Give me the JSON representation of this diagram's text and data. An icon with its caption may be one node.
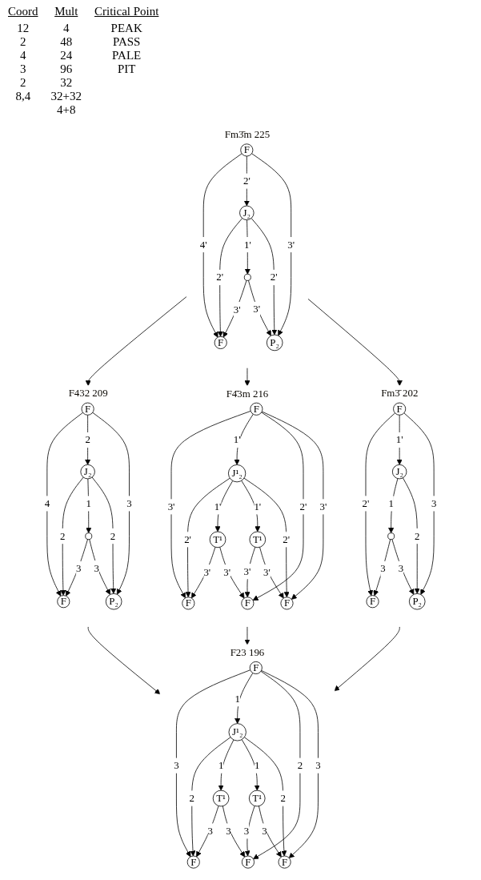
{
  "diagram": {
    "nodes": [
      {
        "text": [
          "Fm3̄m 225"
        ]
      },
      {
        "text": [
          "F"
        ],
        "in": 0
      },
      {
        "text": [
          "J₂"
        ],
        "in": 0
      },
      {
        "text": [],
        "shape": "circle",
        "in": 0
      },
      {
        "text": [
          "F"
        ],
        "in": 0
      },
      {
        "text": [
          "P₂"
        ],
        "in": 0
      },
      {
        "text": [
          "F432 209"
        ]
      },
      {
        "text": [
          "F"
        ],
        "in": 6
      },
      {
        "text": [
          "J₂"
        ],
        "in": 6
      },
      {
        "text": [],
        "shape": "circle",
        "in": 6
      },
      {
        "text": [
          "F"
        ],
        "in": 6
      },
      {
        "text": [
          "P₂"
        ],
        "in": 6
      },
      {
        "text": [
          "F4̄3m 216"
        ]
      },
      {
        "text": [
          "F"
        ],
        "in": 12
      },
      {
        "text": [
          "J¹₂"
        ],
        "in": 12
      },
      {
        "text": [
          "T¹"
        ],
        "in": 12
      },
      {
        "text": [
          "T¹"
        ],
        "in": 12
      },
      {
        "text": [
          "F"
        ],
        "in": 12
      },
      {
        "text": [
          "F"
        ],
        "in": 12
      },
      {
        "text": [
          "F"
        ],
        "in": 12
      },
      {
        "text": [
          "Fm3̄ 202"
        ]
      },
      {
        "text": [
          "F"
        ],
        "in": 20
      },
      {
        "text": [
          "J₂"
        ],
        "in": 20
      },
      {
        "text": [],
        "shape": "circle",
        "in": 20
      },
      {
        "text": [
          "F"
        ],
        "in": 20
      },
      {
        "text": [
          "P₂"
        ],
        "in": 20
      },
      {
        "text": [
          "F23 196"
        ]
      },
      {
        "text": [
          "F"
        ],
        "in": 26
      },
      {
        "text": [
          "J¹₂"
        ],
        "in": 26
      },
      {
        "text": [
          "T¹"
        ],
        "in": 26
      },
      {
        "text": [
          "T¹"
        ],
        "in": 26
      },
      {
        "text": [
          "F"
        ],
        "in": 26
      },
      {
        "text": [
          "F"
        ],
        "in": 26
      },
      {
        "text": [
          "F"
        ],
        "in": 26
      }
    ],
    "edges": [
      {
        "from": 1,
        "to": 4,
        "label": "4'",
        "arrow": "to"
      },
      {
        "from": 1,
        "to": 2,
        "label": "2'",
        "arrow": "to"
      },
      {
        "from": 1,
        "to": 5,
        "label": "3'",
        "arrow": "to"
      },
      {
        "from": 2,
        "to": 4,
        "label": "2'",
        "arrow": "to"
      },
      {
        "from": 2,
        "to": 3,
        "label": "1'",
        "arrow": "to"
      },
      {
        "from": 2,
        "to": 5,
        "label": "2'",
        "arrow": "to"
      },
      {
        "from": 3,
        "to": 4,
        "label": "3'",
        "arrow": "to"
      },
      {
        "from": 3,
        "to": 5,
        "label": "3'",
        "arrow": "to"
      },
      {
        "from": 0,
        "to": 6,
        "arrow": "to"
      },
      {
        "from": 0,
        "to": 12,
        "arrow": "to"
      },
      {
        "from": 0,
        "to": 20,
        "arrow": "to"
      },
      {
        "from": 7,
        "to": 10,
        "label": "4",
        "arrow": "to"
      },
      {
        "from": 7,
        "to": 8,
        "label": "2",
        "arrow": "to"
      },
      {
        "from": 7,
        "to": 11,
        "label": "3",
        "arrow": "to"
      },
      {
        "from": 8,
        "to": 10,
        "label": "2",
        "arrow": "to"
      },
      {
        "from": 8,
        "to": 9,
        "label": "1",
        "arrow": "to"
      },
      {
        "from": 8,
        "to": 11,
        "label": "2",
        "arrow": "to"
      },
      {
        "from": 9,
        "to": 10,
        "label": "3",
        "arrow": "to"
      },
      {
        "from": 9,
        "to": 11,
        "label": "3",
        "arrow": "to"
      },
      {
        "from": 13,
        "to": 17,
        "label": "3'",
        "arrow": "to"
      },
      {
        "from": 13,
        "to": 14,
        "label": "1'",
        "arrow": "to"
      },
      {
        "from": 13,
        "to": 18,
        "label": "2'",
        "arrow": "to"
      },
      {
        "from": 13,
        "to": 19,
        "label": "3'",
        "arrow": "to"
      },
      {
        "from": 14,
        "to": 17,
        "label": "2'",
        "arrow": "to"
      },
      {
        "from": 14,
        "to": 15,
        "label": "1'",
        "arrow": "to"
      },
      {
        "from": 14,
        "to": 16,
        "label": "1'",
        "arrow": "to"
      },
      {
        "from": 14,
        "to": 19,
        "label": "2'",
        "arrow": "to"
      },
      {
        "from": 15,
        "to": 17,
        "label": "3'",
        "arrow": "to"
      },
      {
        "from": 15,
        "to": 18,
        "label": "3'",
        "arrow": "to"
      },
      {
        "from": 16,
        "to": 18,
        "label": "3'",
        "arrow": "to"
      },
      {
        "from": 16,
        "to": 19,
        "label": "3'",
        "arrow": "to"
      },
      {
        "from": 21,
        "to": 24,
        "label": "2'",
        "arrow": "to"
      },
      {
        "from": 21,
        "to": 22,
        "label": "1'",
        "arrow": "to"
      },
      {
        "from": 21,
        "to": 25,
        "label": "3",
        "arrow": "to"
      },
      {
        "from": 22,
        "to": 23,
        "label": "1",
        "arrow": "to"
      },
      {
        "from": 22,
        "to": 25,
        "label": "2",
        "arrow": "to"
      },
      {
        "from": 23,
        "to": 24,
        "label": "3",
        "arrow": "to"
      },
      {
        "from": 23,
        "to": 25,
        "label": "3",
        "arrow": "to"
      },
      {
        "from": 6,
        "to": 26,
        "arrow": "to"
      },
      {
        "from": 12,
        "to": 26,
        "arrow": "to"
      },
      {
        "from": 20,
        "to": 26,
        "arrow": "to"
      },
      {
        "from": 27,
        "to": 31,
        "label": "3",
        "arrow": "to"
      },
      {
        "from": 27,
        "to": 28,
        "label": "1",
        "arrow": "to"
      },
      {
        "from": 27,
        "to": 32,
        "label": "2",
        "arrow": "to"
      },
      {
        "from": 27,
        "to": 33,
        "label": "3",
        "arrow": "to"
      },
      {
        "from": 28,
        "to": 31,
        "label": "2",
        "arrow": "to"
      },
      {
        "from": 28,
        "to": 29,
        "label": "1",
        "arrow": "to"
      },
      {
        "from": 28,
        "to": 30,
        "label": "1",
        "arrow": "to"
      },
      {
        "from": 28,
        "to": 33,
        "label": "2",
        "arrow": "to"
      },
      {
        "from": 29,
        "to": 31,
        "label": "3",
        "arrow": "to"
      },
      {
        "from": 29,
        "to": 32,
        "label": "3",
        "arrow": "to"
      },
      {
        "from": 30,
        "to": 32,
        "label": "3",
        "arrow": "to"
      },
      {
        "from": 30,
        "to": 33,
        "label": "3",
        "arrow": "to"
      }
    ],
    "labels": [
      "Coord",
      "Mult",
      "Critical Point",
      "12",
      "2",
      "4",
      "3",
      "2",
      "8,4",
      "4",
      "48",
      "24",
      "96",
      "32",
      "32+32",
      "4+8",
      "PEAK",
      "PASS",
      "PALE",
      "PIT"
    ]
  }
}
